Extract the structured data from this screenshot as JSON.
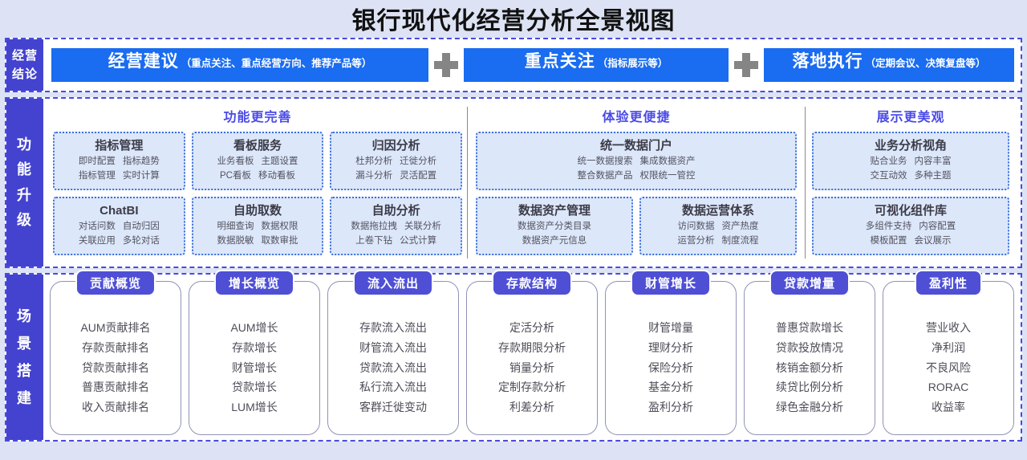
{
  "title": "银行现代化经营分析全景视图",
  "bands": {
    "conclusion": {
      "label_lines": [
        "经营",
        "结论"
      ],
      "plus_symbol": "+",
      "items": [
        {
          "main": "经营建议",
          "sub": "（重点关注、重点经营方向、推荐产品等）"
        },
        {
          "main": "重点关注",
          "sub": "（指标展示等）"
        },
        {
          "main": "落地执行",
          "sub": "（定期会议、决策复盘等）"
        }
      ]
    },
    "function_upgrade": {
      "label_lines": [
        "功",
        "能",
        "升",
        "级"
      ],
      "columns": [
        {
          "heading": "功能更完善",
          "boxes": [
            {
              "name": "指标管理",
              "rows": [
                [
                  "即时配置",
                  "指标趋势"
                ],
                [
                  "指标管理",
                  "实时计算"
                ]
              ]
            },
            {
              "name": "看板服务",
              "rows": [
                [
                  "业务看板",
                  "主题设置"
                ],
                [
                  "PC看板",
                  "移动看板"
                ]
              ]
            },
            {
              "name": "归因分析",
              "rows": [
                [
                  "杜邦分析",
                  "迁徙分析"
                ],
                [
                  "漏斗分析",
                  "灵活配置"
                ]
              ]
            },
            {
              "name": "ChatBI",
              "rows": [
                [
                  "对话问数",
                  "自动归因"
                ],
                [
                  "关联应用",
                  "多轮对话"
                ]
              ]
            },
            {
              "name": "自助取数",
              "rows": [
                [
                  "明细查询",
                  "数据权限"
                ],
                [
                  "数据脱敏",
                  "取数审批"
                ]
              ]
            },
            {
              "name": "自助分析",
              "rows": [
                [
                  "数据拖拉拽",
                  "关联分析"
                ],
                [
                  "上卷下钻",
                  "公式计算"
                ]
              ]
            }
          ]
        },
        {
          "heading": "体验更便捷",
          "boxes": [
            {
              "name": "统一数据门户",
              "rows": [
                [
                  "统一数据搜索",
                  "集成数据资产"
                ],
                [
                  "整合数据产品",
                  "权限统一管控"
                ]
              ]
            },
            {
              "name": "数据资产管理",
              "rows": [
                [
                  "数据资产分类目录"
                ],
                [
                  "数据资产元信息"
                ]
              ]
            },
            {
              "name": "数据运营体系",
              "rows": [
                [
                  "访问数据",
                  "资产热度"
                ],
                [
                  "运营分析",
                  "制度流程"
                ]
              ]
            }
          ]
        },
        {
          "heading": "展示更美观",
          "boxes": [
            {
              "name": "业务分析视角",
              "rows": [
                [
                  "贴合业务",
                  "内容丰富"
                ],
                [
                  "交互动效",
                  "多种主题"
                ]
              ]
            },
            {
              "name": "可视化组件库",
              "rows": [
                [
                  "多组件支持",
                  "内容配置"
                ],
                [
                  "模板配置",
                  "会议展示"
                ]
              ]
            }
          ]
        }
      ]
    },
    "scenario": {
      "label_lines": [
        "场",
        "景",
        "搭",
        "建"
      ],
      "cards": [
        {
          "tab": "贡献概览",
          "items": [
            "AUM贡献排名",
            "存款贡献排名",
            "贷款贡献排名",
            "普惠贡献排名",
            "收入贡献排名"
          ]
        },
        {
          "tab": "增长概览",
          "items": [
            "AUM增长",
            "存款增长",
            "财管增长",
            "贷款增长",
            "LUM增长"
          ]
        },
        {
          "tab": "流入流出",
          "items": [
            "存款流入流出",
            "财管流入流出",
            "贷款流入流出",
            "私行流入流出",
            "客群迁徙变动"
          ]
        },
        {
          "tab": "存款结构",
          "items": [
            "定活分析",
            "存款期限分析",
            "销量分析",
            "定制存款分析",
            "利差分析"
          ]
        },
        {
          "tab": "财管增长",
          "items": [
            "财管增量",
            "理财分析",
            "保险分析",
            "基金分析",
            "盈利分析"
          ]
        },
        {
          "tab": "贷款增量",
          "items": [
            "普惠贷款增长",
            "贷款投放情况",
            "核销金额分析",
            "续贷比例分析",
            "绿色金融分析"
          ]
        },
        {
          "tab": "盈利性",
          "items": [
            "营业收入",
            "净利润",
            "不良风险",
            "RORAC",
            "收益率"
          ]
        }
      ]
    }
  },
  "colors": {
    "page_background": "#dde3f4",
    "band_border": "#4a4ae0",
    "sidebar": "#4343cf",
    "conclusion_box": "#1a6cf0",
    "heading": "#4a4ae8",
    "feature_box_fill": "#dce7fa",
    "feature_box_border": "#3b6fe0",
    "scenario_tab": "#4f4fd6",
    "plus": "#858585"
  }
}
